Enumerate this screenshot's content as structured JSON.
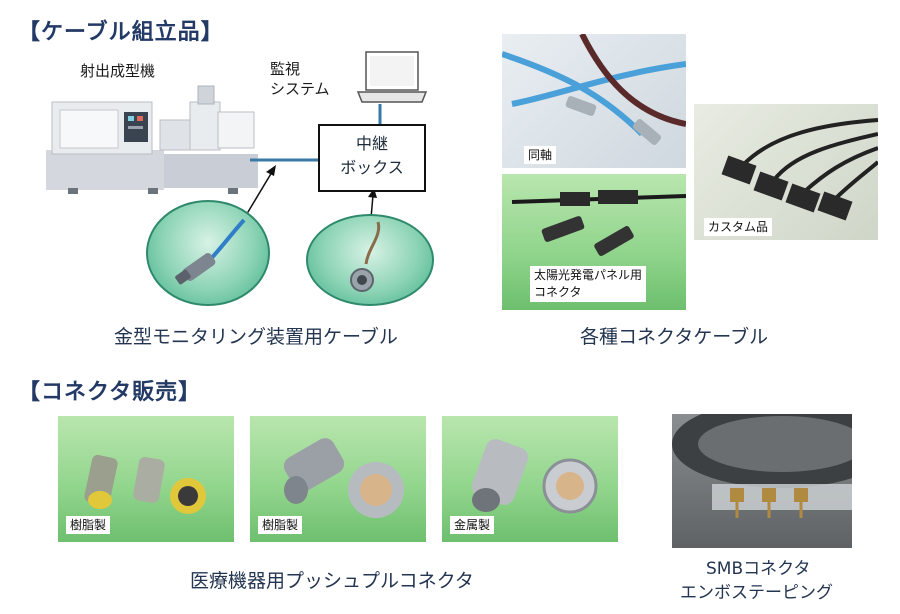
{
  "assembly": {
    "title": "【ケーブル組立品】",
    "machine_label": "射出成型機",
    "monitor_label_line1": "監視",
    "monitor_label_line2": "システム",
    "relay_line1": "中継",
    "relay_line2": "ボックス",
    "left_caption": "金型モニタリング装置用ケーブル",
    "coax_tag": "同軸",
    "custom_tag": "カスタム品",
    "solar_tag_line1": "太陽光発電パネル用",
    "solar_tag_line2": "コネクタ",
    "right_caption": "各種コネクタケーブル"
  },
  "connectors": {
    "title": "【コネクタ販売】",
    "photo_tags": [
      "樹脂製",
      "樹脂製",
      "金属製"
    ],
    "push_pull_caption": "医療機器用プッシュプルコネクタ",
    "smb_caption_line1": "SMBコネクタ",
    "smb_caption_line2": "エンボステーピング"
  },
  "colors": {
    "title_navy": "#233a66",
    "cable_line": "#3a78a8",
    "bubble_green": "#6cc4a1",
    "photo_green": "#8fd48b"
  }
}
